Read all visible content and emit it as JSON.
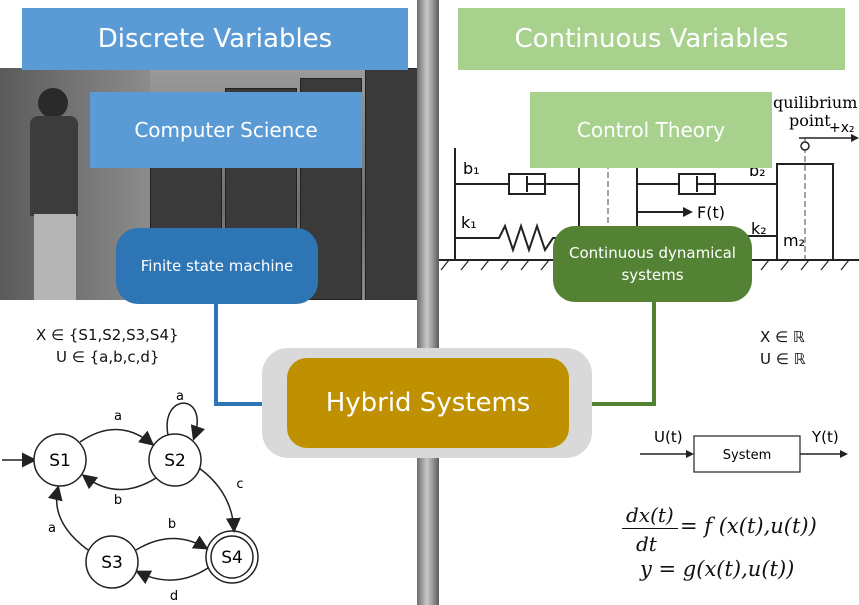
{
  "left": {
    "header": "Discrete Variables",
    "subheader": "Computer Science",
    "pill": "Finite state machine",
    "x_set": "X ∈ {S1,S2,S3,S4}",
    "u_set": "U ∈ {a,b,c,d}",
    "fsm": {
      "states": [
        "S1",
        "S2",
        "S3",
        "S4"
      ],
      "edge_labels": [
        "a",
        "a",
        "b",
        "c",
        "b",
        "a",
        "d"
      ]
    }
  },
  "right": {
    "header": "Continuous Variables",
    "subheader": "Control Theory",
    "pill_line1": "Continuous dynamical",
    "pill_line2": "systems",
    "x_set": "X ∈ ℝ",
    "u_set": "U ∈ ℝ",
    "block": {
      "input": "U(t)",
      "box": "System",
      "output": "Y(t)"
    },
    "equation": {
      "numerator": "dx(t)",
      "denominator": "dt",
      "rhs": "= f (x(t),u(t))",
      "line2": "y = g(x(t),u(t))"
    },
    "mech": {
      "b1": "b₁",
      "k1": "k₁",
      "b2": "b₂",
      "k2": "k₂",
      "m2": "m₂",
      "force": "F(t)",
      "eq_top": "quilibrium",
      "eq_bottom": "point",
      "axis": "+x₂"
    }
  },
  "center": "Hybrid Systems",
  "colors": {
    "blue": "#2e75b6",
    "green": "#548235",
    "gold": "#bf9000"
  }
}
